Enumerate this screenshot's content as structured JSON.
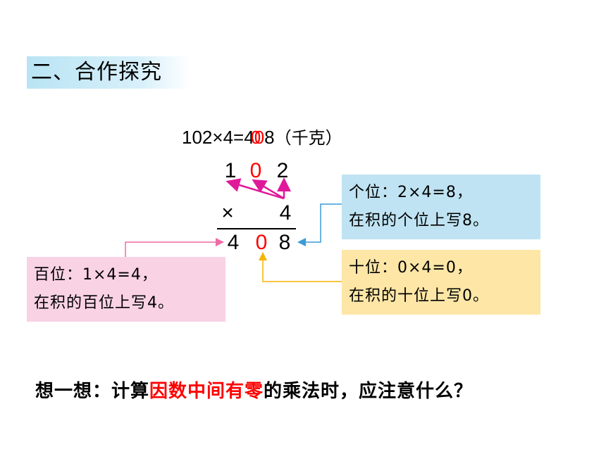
{
  "section_title": "二、合作探究",
  "equation": {
    "lhs": "102×4=",
    "product_d1": "4",
    "product_d2_overlap": "0",
    "product_d3": "8",
    "unit": "（千克）"
  },
  "vertical": {
    "multiplicand_digits": [
      "1",
      "0",
      "2"
    ],
    "multiplier_sign": "×",
    "multiplier": "4",
    "result_digits": [
      "4",
      "0",
      "8"
    ]
  },
  "boxes": {
    "ones": {
      "line1": "个位：2×4=8，",
      "line2": "在积的个位上写8。",
      "color": "#bfe3f2"
    },
    "tens": {
      "line1": "十位：0×4=0，",
      "line2": "在积的十位上写0。",
      "color": "#fde6a6"
    },
    "hundreds": {
      "line1": "百位：1×4=4，",
      "line2": "在积的百位上写4。",
      "color": "#f9d2e4"
    }
  },
  "question": {
    "before": "想一想：计算",
    "highlight": "因数中间有零",
    "after": "的乘法时，应注意什么？"
  },
  "colors": {
    "highlight": "#ff0000",
    "arrow_magenta": "#e0199a",
    "arrow_blue": "#3a9bd5",
    "arrow_orange": "#f5b400",
    "arrow_pink": "#f06aa5"
  }
}
